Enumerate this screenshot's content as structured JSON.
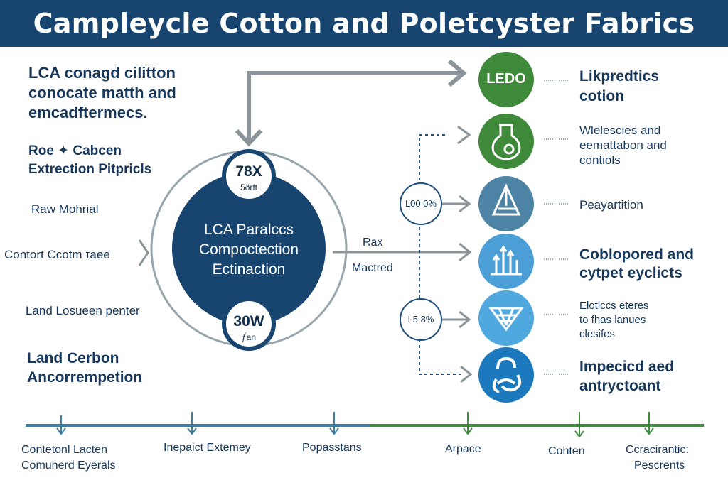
{
  "header": {
    "title": "Campleycle Cotton and Poletcyster Fabrics"
  },
  "left": {
    "intro": [
      "LCA conagd cilitton",
      "conocate matth and",
      "emcadftermecs."
    ],
    "heading": [
      "Roe ✦ Cabcen",
      "Extrection Pitpricls"
    ],
    "raw_material": "Raw Mohrial",
    "contort": "Contort Ccotm ɪaee",
    "land_loss": "Land Losueen penter",
    "land_carbon": [
      "Land Cerbon",
      "Ancorrempetion"
    ]
  },
  "center": {
    "circle_text": [
      "LCA Paralccs",
      "Compoctection",
      "Ectinaction"
    ],
    "top_badge": {
      "value": "78X",
      "sub": "5ðrft"
    },
    "bottom_badge": {
      "value": "30W",
      "sub": "ƒ́an"
    },
    "arrow_label": [
      "Rax",
      "Mactred"
    ]
  },
  "nodes": [
    {
      "label": "L00 0%"
    },
    {
      "label": "L5 8%"
    }
  ],
  "items": [
    {
      "icon": "ledo-badge-icon",
      "icon_text": "LEDO",
      "color": "#3e8a3a",
      "label": [
        "Likpredtics",
        "cotion"
      ]
    },
    {
      "icon": "flask-icon",
      "color": "#3e8a3a",
      "label": [
        "Wlelescies and",
        "eemattabon and",
        "contiols"
      ]
    },
    {
      "icon": "triangle-icon",
      "color": "#4d84a6",
      "label": [
        "Peayartition"
      ]
    },
    {
      "icon": "bar-chart-icon",
      "color": "#4b9fd6",
      "label": [
        "Coblopored and",
        "cytpet eyclicts"
      ]
    },
    {
      "icon": "fabric-weave-icon",
      "color": "#4fa9de",
      "label": [
        "Elotlccs eteres",
        "to fhas lanues",
        "clesifes"
      ]
    },
    {
      "icon": "recycle-icon",
      "color": "#1d79bd",
      "label": [
        "Impecicd aed",
        "antryctoant"
      ]
    }
  ],
  "timeline": [
    {
      "label": [
        "Contetonl Lacten",
        "Comunerd Eyerals"
      ]
    },
    {
      "label": [
        "Inepaict Extemey"
      ]
    },
    {
      "label": [
        "Popasstans"
      ]
    },
    {
      "label": [
        "Arpace"
      ]
    },
    {
      "label": [
        "Cohten"
      ]
    },
    {
      "label": [
        "Ccracirantic:",
        "Pescrents"
      ]
    }
  ],
  "colors": {
    "navy": "#17456f",
    "text": "#17375a",
    "gray_arrow": "#8a9499",
    "timeline_blue": "#3e7ea5",
    "timeline_green": "#3f8a3e"
  }
}
